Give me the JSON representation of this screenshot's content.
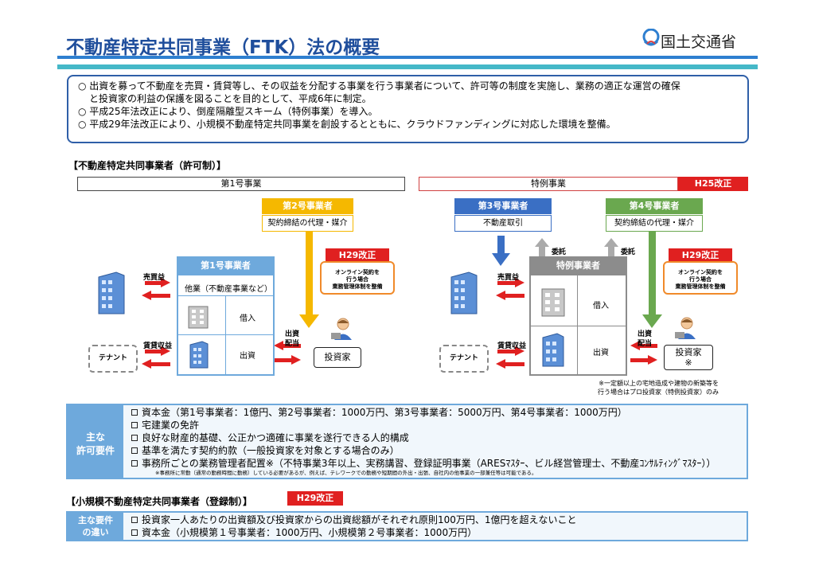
{
  "header": {
    "title": "不動産特定共同事業（FTK）法の概要",
    "ministry": "国土交通省"
  },
  "intro": {
    "line1": "○ 出資を募って不動産を売買・賃貸等し、その収益を分配する事業を行う事業者について、許可等の制度を実施し、業務の適正な運営の確保",
    "line2": "と投資家の利益の保護を図ることを目的として、平成6年に制定。",
    "line3": "○ 平成25年法改正により、倒産隔離型スキーム（特例事業）を導入。",
    "line4": "○ 平成29年法改正により、小規模不動産特定共同事業を創設するとともに、クラウドファンディングに対応した環境を整備。"
  },
  "licensed": {
    "section_title": "【不動産特定共同事業者（許可制）】",
    "type1_strip": "第1号事業",
    "special_strip": "特例事業",
    "h25_badge": "H25改正",
    "type2": {
      "header": "第2号事業者",
      "role": "契約締結の代理・媒介"
    },
    "type3": {
      "header": "第3号事業者",
      "role": "不動産取引"
    },
    "type4": {
      "header": "第4号事業者",
      "role": "契約締結の代理・媒介"
    },
    "type1": {
      "header": "第1号事業者",
      "other_biz": "他業（不動産事業など）",
      "borrow": "借入",
      "invest": "出資"
    },
    "special_operator": {
      "header": "特例事業者",
      "borrow": "借入",
      "invest": "出資"
    },
    "h29_badge_left": "H29改正",
    "h29_badge_right": "H29改正",
    "h29_note": [
      "オンライン契約を",
      "行う場合",
      "業務管理体制を整備"
    ],
    "entrust_left": "委託",
    "entrust_right": "委託",
    "sale_profit": "売買益",
    "rent_profit": "賃貸収益",
    "tenant": "テナント",
    "dividend": [
      "出資",
      "配当"
    ],
    "investor": "投資家",
    "investor_mark": "※",
    "footnote1": "※一定額以上の宅地造成や建物の新築等を",
    "footnote2": "行う場合はプロ投資家（特例投資家）のみ"
  },
  "requirements": {
    "side_label_1": "主な",
    "side_label_2": "許可要件",
    "items": [
      "資本金（第1号事業者：1億円、第2号事業者：1000万円、第3号事業者：5000万円、第4号事業者：1000万円）",
      "宅建業の免許",
      "良好な財産的基礎、公正かつ適確に事業を遂行できる人的構成",
      "基準を満たす契約約款（一般投資家を対象とする場合のみ）",
      "事務所ごとの業務管理者配置※（不特事業3年以上、実務講習、登録証明事業（ARESﾏｽﾀｰ、ビル経営管理士、不動産ｺﾝｻﾙﾃｨﾝｸﾞﾏｽﾀｰ））"
    ],
    "note": "※事務所に常勤（通常の勤務時間に勤務）している必要があるが、例えば、テレワークでの勤務や短期間の外出・出張、自社内の他事業の一部兼任等は可能である。"
  },
  "small_scale": {
    "section_title": "【小規模不動産特定共同事業者（登録制）】",
    "h29_badge": "H29改正",
    "side_label_1": "主な要件",
    "side_label_2": "の違い",
    "items": [
      "投資家一人あたりの出資額及び投資家からの出資総額がそれぞれ原則100万円、1億円を超えないこと",
      "資本金（小規模第１号事業者：1000万円、小規模第２号事業者：1000万円）"
    ]
  },
  "colors": {
    "title_blue": "#1f4e9c",
    "type1_header": "#6ea9dc",
    "type2_header": "#f5b800",
    "type3_header": "#3a6fc4",
    "type4_header": "#6aa84f",
    "special_header": "#8c8c8c",
    "badge_red": "#e02020"
  }
}
